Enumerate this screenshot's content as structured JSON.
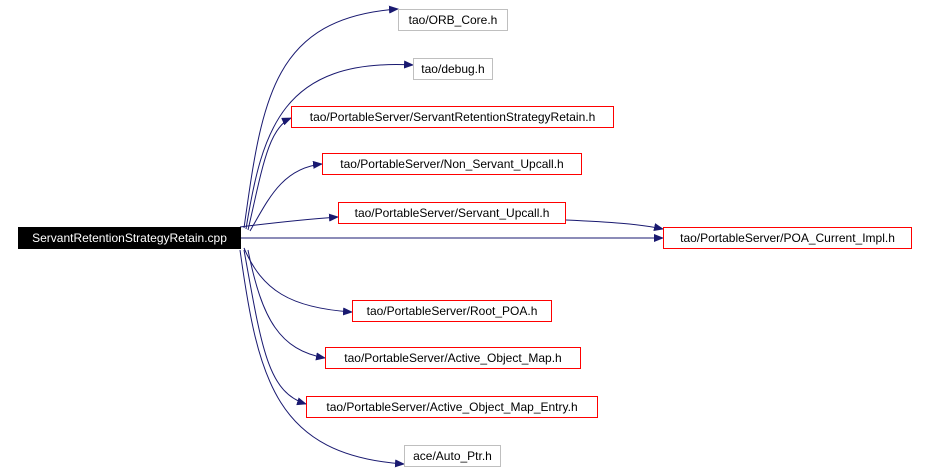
{
  "colors": {
    "edge": "#191970",
    "documented_border": "#ff0000",
    "undocumented_border": "#bfbfbf",
    "root_fill": "#000000",
    "root_text": "#ffffff"
  },
  "nodes": {
    "root": "ServantRetentionStrategyRetain.cpp",
    "orb_core": "tao/ORB_Core.h",
    "debug": "tao/debug.h",
    "srs_retain_h": "tao/PortableServer/ServantRetentionStrategyRetain.h",
    "non_servant_upcall": "tao/PortableServer/Non_Servant_Upcall.h",
    "servant_upcall": "tao/PortableServer/Servant_Upcall.h",
    "poa_current_impl": "tao/PortableServer/POA_Current_Impl.h",
    "root_poa": "tao/PortableServer/Root_POA.h",
    "active_object_map": "tao/PortableServer/Active_Object_Map.h",
    "active_object_map_entry": "tao/PortableServer/Active_Object_Map_Entry.h",
    "auto_ptr": "ace/Auto_Ptr.h"
  },
  "edges": [
    [
      "root",
      "orb_core"
    ],
    [
      "root",
      "debug"
    ],
    [
      "root",
      "srs_retain_h"
    ],
    [
      "root",
      "non_servant_upcall"
    ],
    [
      "root",
      "servant_upcall"
    ],
    [
      "root",
      "poa_current_impl"
    ],
    [
      "servant_upcall",
      "poa_current_impl"
    ],
    [
      "root",
      "root_poa"
    ],
    [
      "root",
      "active_object_map"
    ],
    [
      "root",
      "active_object_map_entry"
    ],
    [
      "root",
      "auto_ptr"
    ]
  ]
}
